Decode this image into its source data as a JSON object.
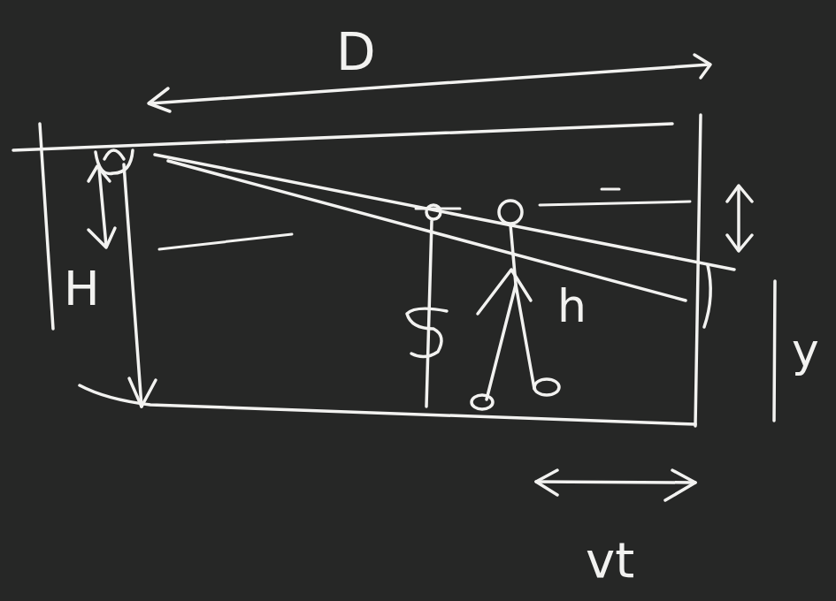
{
  "diagram": {
    "labels": [
      "D",
      "H",
      "h",
      "y",
      "vt"
    ]
  }
}
